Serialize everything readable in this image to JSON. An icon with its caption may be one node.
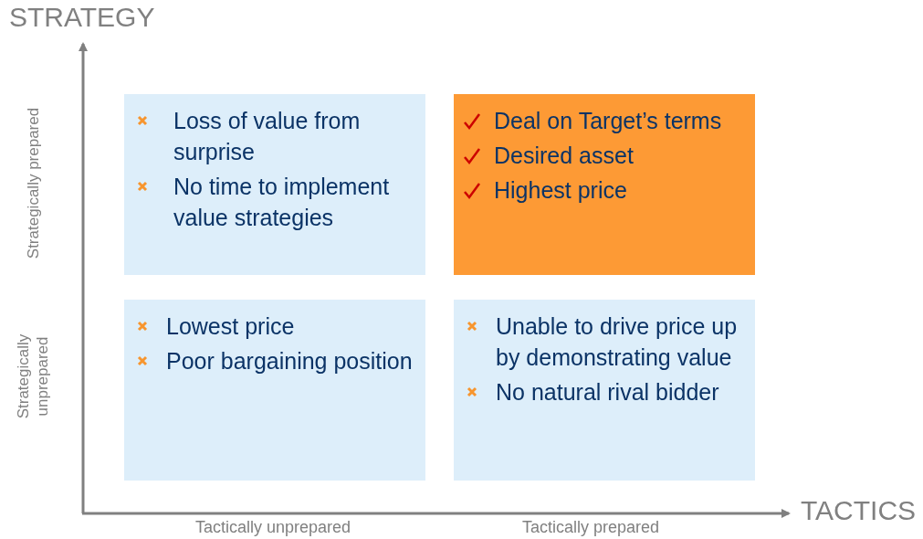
{
  "diagram": {
    "nodes": [
      {
        "text": [
          "Loss of value from surprise",
          "No time to implement value strategies"
        ]
      },
      {
        "text": [
          "Deal on Target’s terms",
          "Desired asset",
          "Highest price"
        ]
      },
      {
        "text": [
          "Lowest price",
          "Poor bargaining position"
        ]
      },
      {
        "text": [
          "Unable to drive price up by demonstrating value",
          "No natural rival bidder"
        ]
      }
    ],
    "edges": [],
    "labels": [
      "STRATEGY",
      "Strategically prepared",
      "Strategically unprepared",
      "TACTICS",
      "Tactically unprepared",
      "Tactically prepared"
    ]
  }
}
